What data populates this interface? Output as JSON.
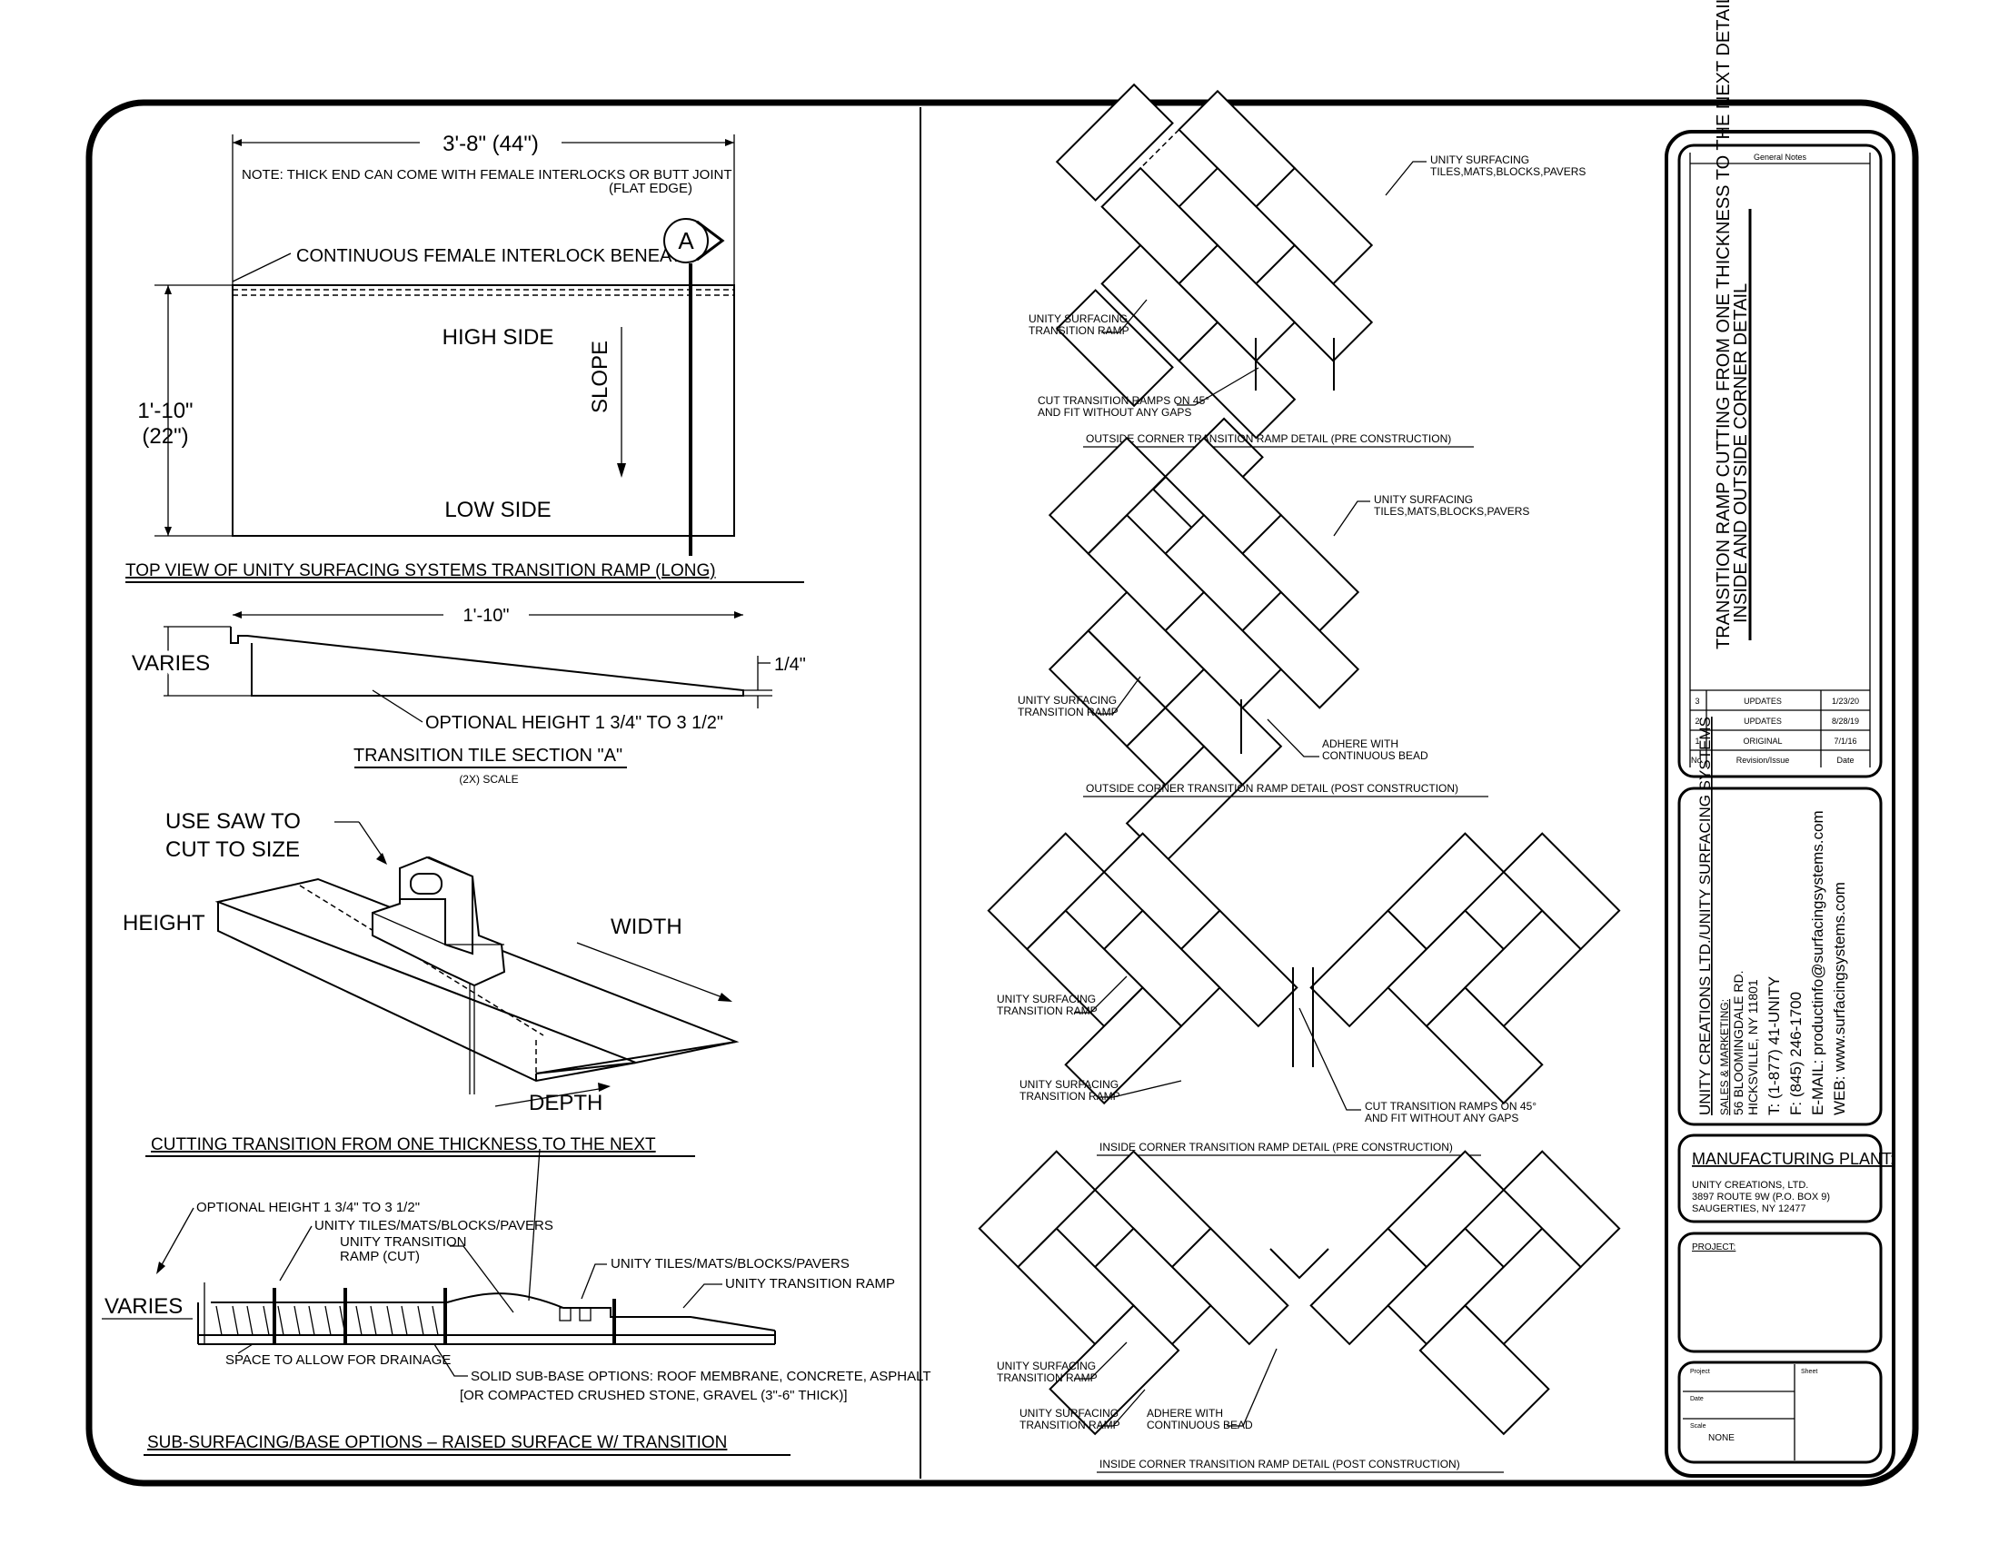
{
  "colors": {
    "line": "#000000",
    "paper": "#ffffff"
  },
  "top_view": {
    "width_dim": "3'-8\" (44\")",
    "note_line1": "NOTE: THICK END CAN COME WITH FEMALE INTERLOCKS OR BUTT JOINT",
    "note_line2": "(FLAT EDGE)",
    "interlock_label": "CONTINUOUS FEMALE INTERLOCK BENEATH",
    "section_marker": "A",
    "height_dim_1": "1'-10\"",
    "height_dim_2": "(22\")",
    "high_side": "HIGH SIDE",
    "slope": "SLOPE",
    "low_side": "LOW SIDE",
    "title": "TOP VIEW OF UNITY SURFACING SYSTEMS TRANSITION RAMP (LONG)"
  },
  "section_a": {
    "length_dim": "1'-10\"",
    "varies": "VARIES",
    "thin_end": "1/4\"",
    "optional_height": "OPTIONAL HEIGHT 1 3/4\" TO 3 1/2\"",
    "title": "TRANSITION TILE SECTION \"A\"",
    "scale": "(2X) SCALE"
  },
  "cutting": {
    "saw_line1": "USE SAW TO",
    "saw_line2": "CUT TO SIZE",
    "height": "HEIGHT",
    "width": "WIDTH",
    "depth": "DEPTH",
    "title": "CUTTING TRANSITION FROM ONE THICKNESS TO THE NEXT"
  },
  "sub_base": {
    "optional_height": "OPTIONAL HEIGHT 1 3/4\" TO 3 1/2\"",
    "unity_tiles": "UNITY TILES/MATS/BLOCKS/PAVERS",
    "unity_ramp_cut_1": "UNITY TRANSITION",
    "unity_ramp_cut_2": "RAMP (CUT)",
    "unity_tiles_2": "UNITY TILES/MATS/BLOCKS/PAVERS",
    "unity_ramp": "UNITY TRANSITION RAMP",
    "varies": "VARIES",
    "drainage": "SPACE TO ALLOW FOR DRAINAGE",
    "solid_base_1": "SOLID SUB-BASE OPTIONS: ROOF MEMBRANE, CONCRETE, ASPHALT",
    "solid_base_2": "[OR COMPACTED CRUSHED STONE, GRAVEL (3\"-6\" THICK)]",
    "title": "SUB-SURFACING/BASE OPTIONS – RAISED SURFACE W/ TRANSITION"
  },
  "details": {
    "d1_tiles_1": "UNITY SURFACING",
    "d1_tiles_2": "TILES,MATS,BLOCKS,PAVERS",
    "d1_ramp_1": "UNITY SURFACING",
    "d1_ramp_2": "TRANSITION RAMP",
    "d1_cut_1": "CUT TRANSITION RAMPS ON 45°",
    "d1_cut_2": "AND FIT WITHOUT ANY GAPS",
    "d1_title": "OUTSIDE CORNER TRANSITION RAMP DETAIL (PRE CONSTRUCTION)",
    "d2_tiles_1": "UNITY SURFACING",
    "d2_tiles_2": "TILES,MATS,BLOCKS,PAVERS",
    "d2_ramp_1": "UNITY SURFACING",
    "d2_ramp_2": "TRANSITION RAMP",
    "d2_adhere_1": "ADHERE WITH",
    "d2_adhere_2": "CONTINUOUS BEAD",
    "d2_title": "OUTSIDE CORNER TRANSITION RAMP DETAIL (POST CONSTRUCTION)",
    "d3_ramp_a_1": "UNITY SURFACING",
    "d3_ramp_a_2": "TRANSITION RAMP",
    "d3_ramp_b_1": "UNITY SURFACING",
    "d3_ramp_b_2": "TRANSITION RAMP",
    "d3_cut_1": "CUT TRANSITION RAMPS ON 45°",
    "d3_cut_2": "AND FIT WITHOUT ANY GAPS",
    "d3_title": "INSIDE CORNER TRANSITION RAMP DETAIL (PRE CONSTRUCTION)",
    "d4_ramp_a_1": "UNITY SURFACING",
    "d4_ramp_a_2": "TRANSITION RAMP",
    "d4_ramp_b_1": "UNITY SURFACING",
    "d4_ramp_b_2": "TRANSITION RAMP",
    "d4_adhere_1": "ADHERE WITH",
    "d4_adhere_2": "CONTINUOUS BEAD",
    "d4_title": "INSIDE CORNER TRANSITION RAMP DETAIL (POST CONSTRUCTION)"
  },
  "title_block": {
    "general_notes": "General Notes",
    "description_1": "TRANSITION RAMP CUTTING FROM ONE THICKNESS TO THE NEXT DETAIL",
    "description_2": "INSIDE AND OUTSIDE CORNER DETAIL",
    "revisions": [
      {
        "no": "3",
        "desc": "UPDATES",
        "date": "1/23/20"
      },
      {
        "no": "2",
        "desc": "UPDATES",
        "date": "8/28/19"
      },
      {
        "no": "1",
        "desc": "ORIGINAL",
        "date": "7/1/16"
      }
    ],
    "rev_header_no": "No.",
    "rev_header_desc": "Revision/Issue",
    "rev_header_date": "Date",
    "company": "UNITY CREATIONS LTD./UNITY SURFACING SYSTEMS",
    "sales": "SALES & MARKETING:",
    "address_1": "56 BLOOMINGDALE RD.",
    "address_2": "HICKSVILLE, NY  11801",
    "phone": "T: (1-877) 41-UNITY",
    "fax": "F: (845) 246-1700",
    "email": "E-MAIL:  productinfo@surfacingsystems.com",
    "web": "WEB:  www.surfacingsystems.com",
    "plant_title": "MANUFACTURING PLANT:",
    "plant_1": "UNITY CREATIONS, LTD.",
    "plant_2": "3897 ROUTE 9W (P.O. BOX 9)",
    "plant_3": "SAUGERTIES, NY   12477",
    "project": "PROJECT:",
    "project_label": "Project",
    "sheet_label": "Sheet",
    "date_label": "Date",
    "scale_label": "Scale",
    "scale_value": "NONE"
  }
}
